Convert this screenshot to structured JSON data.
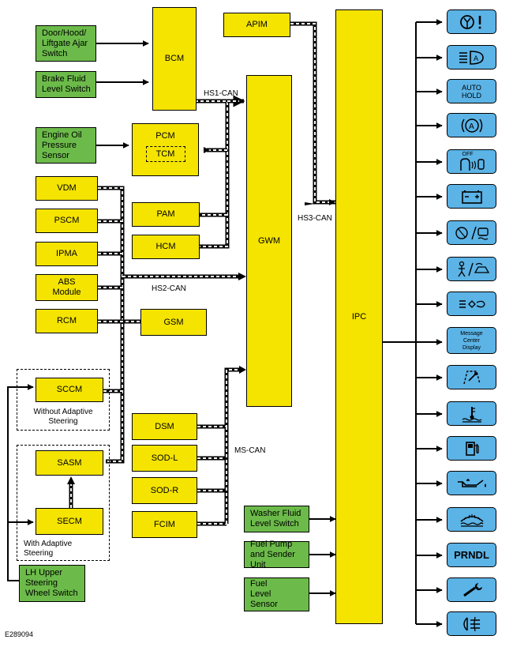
{
  "modules": {
    "bcm": "BCM",
    "apim": "APIM",
    "pcm": "PCM",
    "tcm": "TCM",
    "gwm": "GWM",
    "ipc": "IPC",
    "vdm": "VDM",
    "pscm": "PSCM",
    "pam": "PAM",
    "ipma": "IPMA",
    "hcm": "HCM",
    "abs": "ABS Module",
    "rcm": "RCM",
    "gsm": "GSM",
    "sccm": "SCCM",
    "sasm": "SASM",
    "secm": "SECM",
    "dsm": "DSM",
    "sodl": "SOD-L",
    "sodr": "SOD-R",
    "fcim": "FCIM"
  },
  "inputs": {
    "door_switch": "Door/Hood/ Liftgate Ajar Switch",
    "brake_fluid": "Brake Fluid Level Switch",
    "engine_oil": "Engine Oil Pressure Sensor",
    "washer_fluid": "Washer Fluid Level Switch",
    "fuel_pump": "Fuel Pump and Sender Unit",
    "fuel_level": "Fuel Level Sensor",
    "lh_upper": "LH Upper Steering Wheel Switch"
  },
  "buses": {
    "hs1": "HS1-CAN",
    "hs2": "HS2-CAN",
    "hs3": "HS3-CAN",
    "ms": "MS-CAN"
  },
  "groups": {
    "without_adaptive": "Without Adaptive Steering",
    "with_adaptive": "With Adaptive Steering"
  },
  "indicators": {
    "auto_hold": "AUTO HOLD",
    "message_center": "Message Center Display",
    "prndl": "PRNDL",
    "off": "OFF",
    "icon_names": [
      "steering-warning-icon",
      "headlamp-auto-icon",
      "auto-hold",
      "brake-hold-icon",
      "seatbelt-off-icon",
      "battery-icon",
      "lane-traction-icon",
      "pedestrian-collision-icon",
      "low-beam-icon",
      "message-center",
      "wiper-icon",
      "coolant-temp-icon",
      "fuel-icon",
      "oil-pressure-icon",
      "washer-icon",
      "prndl",
      "wrench-icon",
      "fog-lamp-icon"
    ]
  },
  "figure_id": "E289094"
}
